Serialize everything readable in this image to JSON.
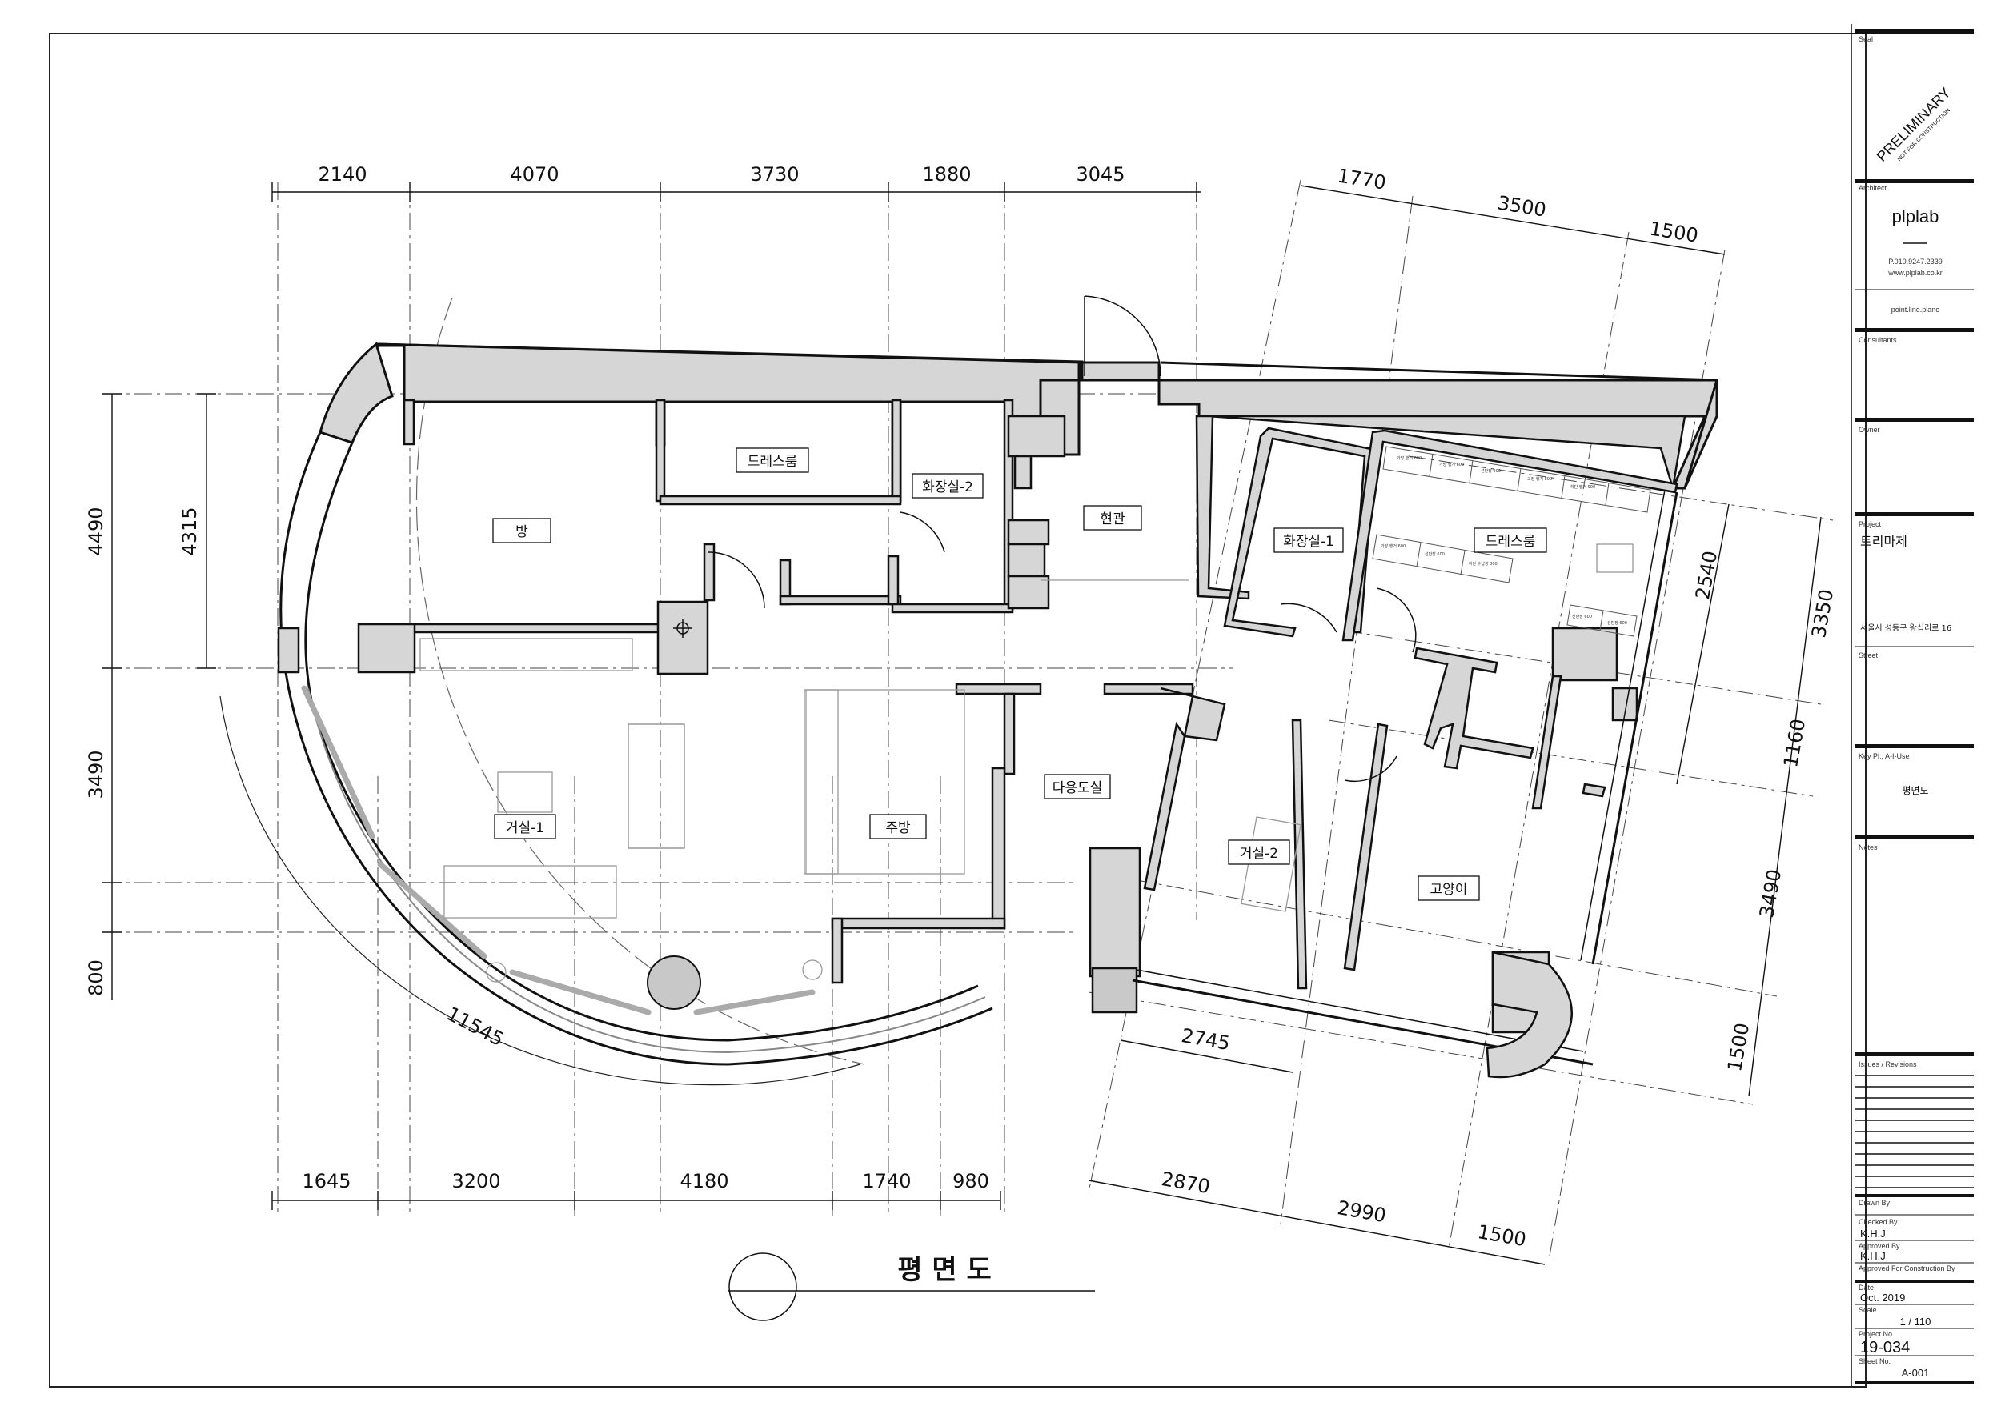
{
  "drawing": {
    "title": "평 면 도",
    "rooms": {
      "room": "방",
      "dressroom_1": "드레스룸",
      "bathroom_2": "화장실-2",
      "entrance": "현관",
      "bathroom_1": "화장실-1",
      "dressroom_2": "드레스룸",
      "living_1": "거실-1",
      "kitchen": "주방",
      "utility": "다용도실",
      "living_2": "거실-2",
      "cat": "고양이"
    },
    "dims_top": [
      "2140",
      "4070",
      "3730",
      "1880",
      "3045"
    ],
    "dims_top_right": [
      "1770",
      "3500",
      "1500"
    ],
    "dims_left": [
      "4490",
      "4315",
      "3490",
      "800"
    ],
    "dims_right": [
      "2540",
      "3350",
      "1160",
      "3490",
      "1500"
    ],
    "dims_bottom": [
      "1645",
      "3200",
      "4180",
      "1740",
      "980"
    ],
    "dims_bottom_right": [
      "2870",
      "2990",
      "1500"
    ],
    "dim_2745": "2745",
    "radius": "11545",
    "closet_labels": [
      "가방 행거 600",
      "가방 행거 600",
      "선반장 900",
      "고정 행거 800",
      "하단 행거 900",
      "가방 행거 600",
      "선반장 600",
      "하단 수납장 800",
      "선반장 600",
      "선반장 600"
    ]
  },
  "title_block": {
    "seal_label": "Seal",
    "stamp_main": "PRELIMINARY",
    "stamp_sub": "NOT FOR CONSTRUCTION",
    "architect_label": "Architect",
    "firm": "plplab",
    "phone": "P.010.9247.2339",
    "web": "www.plplab.co.kr",
    "motto": "point.line.plane",
    "consultants_label": "Consultants",
    "owner_label": "Owner",
    "project_label": "Project",
    "project": "트리마제",
    "address": "서울시 성동구 왕십리로 16",
    "street_label": "Street",
    "key_plan_label": "Key Pl., A-I-Use",
    "sheet_title": "평면도",
    "notes_label": "Notes",
    "issues_label": "Issues / Revisions",
    "drawn_by_label": "Drawn By",
    "checked_by_label": "Checked By",
    "checked_by": "K.H.J",
    "approved_by_label": "Approved By",
    "approved_by": "K.H.J",
    "approved_construction_label": "Approved For Construction By",
    "date_label": "Date",
    "date": "Oct. 2019",
    "scale_label": "Scale",
    "scale": "1 / 110",
    "project_no_label": "Project No.",
    "project_no": "19-034",
    "sheet_no_label": "Sheet No.",
    "sheet_no": "A-001"
  }
}
